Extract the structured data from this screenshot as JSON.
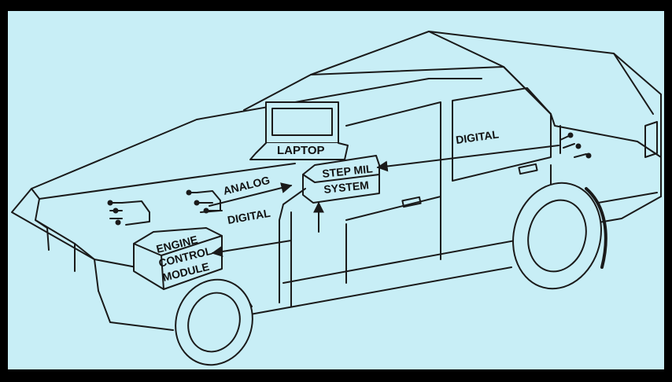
{
  "figure": {
    "background_color": "#c8eef6",
    "frame_color": "#000000",
    "line_color": "#1a1a1a"
  },
  "labels": {
    "laptop": "LAPTOP",
    "step_mil_line1": "STEP MIL",
    "step_mil_line2": "SYSTEM",
    "analog": "ANALOG",
    "digital_front": "DIGITAL",
    "digital_rear": "DIGITAL",
    "ecm_line1": "ENGINE",
    "ecm_line2": "CONTROL",
    "ecm_line3": "MODULE"
  }
}
